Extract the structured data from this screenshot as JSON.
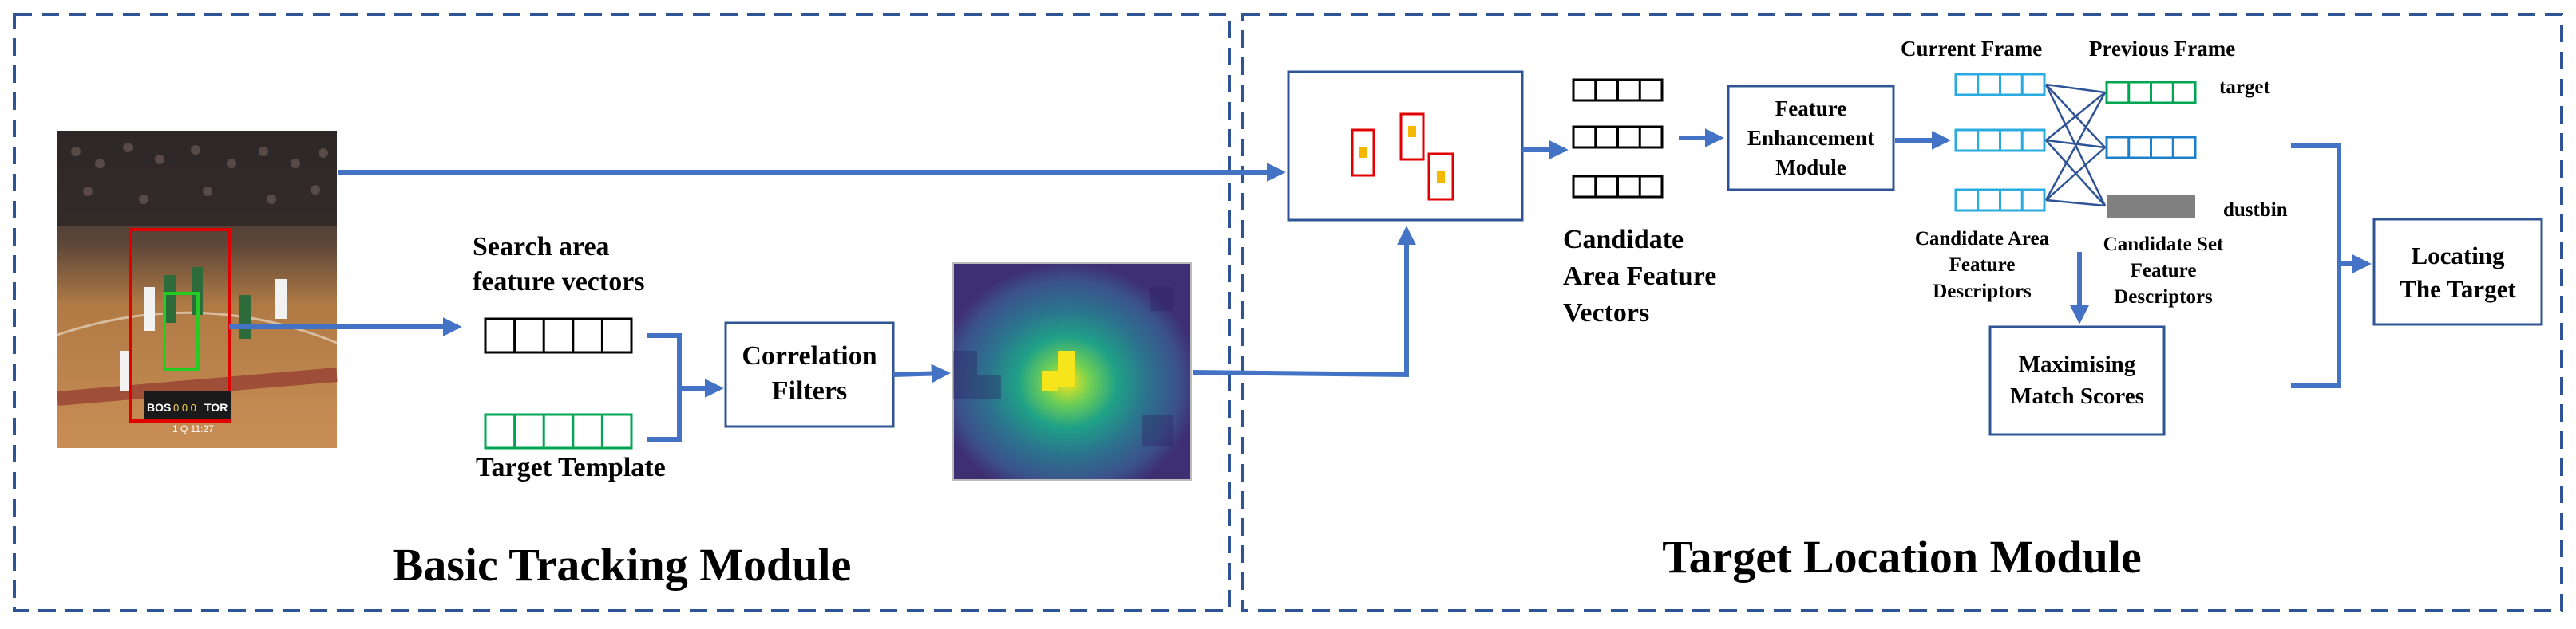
{
  "panels": {
    "left_title": "Basic Tracking Module",
    "right_title": "Target Location Module"
  },
  "labels": {
    "search_area": [
      "Search area",
      "feature vectors"
    ],
    "target_template": "Target Template",
    "correlation_filters": [
      "Correlation",
      "Filters"
    ],
    "candidate_area": [
      "Candidate",
      "Area Feature",
      "Vectors"
    ],
    "feature_enhancement": [
      "Feature",
      "Enhancement",
      "Module"
    ],
    "current_frame": "Current Frame",
    "previous_frame": "Previous Frame",
    "target": "target",
    "dustbin": "dustbin",
    "candidate_area_desc": [
      "Candidate Area",
      "Feature",
      "Descriptors"
    ],
    "candidate_set_desc": [
      "Candidate Set",
      "Feature",
      "Descriptors"
    ],
    "maximising": [
      "Maximising",
      "Match Scores"
    ],
    "locating": [
      "Locating",
      "The Target"
    ]
  },
  "video_frame": {
    "score_left": "BOS",
    "score_right": "TOR",
    "score_center": "0 0 0",
    "clock": "1 Q 11:27"
  },
  "colors": {
    "arrow": "#4472C4",
    "box_border": "#2F5496",
    "dash": "#2F5496",
    "search_vec": "#000000",
    "template_vec": "#00A651",
    "current_vec": "#29ABE2",
    "prev_target_vec": "#00A651",
    "prev_vec": "#1E7FCB",
    "dustbin": "#808080",
    "bbox_red": "#E00000",
    "bbox_green": "#22CC22",
    "candidate_dot": "#F5B800"
  },
  "icons": {
    "video_frame": "basketball-video-frame",
    "heatmap": "correlation-response-heatmap"
  }
}
